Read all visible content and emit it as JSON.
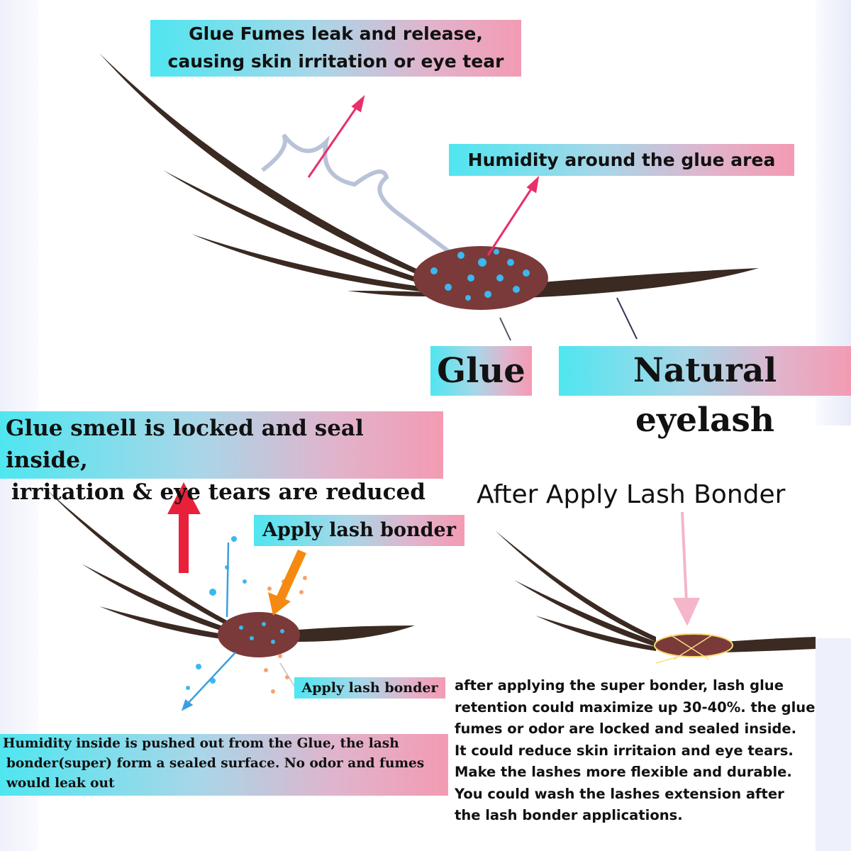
{
  "top": {
    "fumes_label": [
      "Glue Fumes leak and release,",
      "causing skin irritation or eye tear"
    ],
    "humidity_label": "Humidity around the glue area",
    "glue_label": "Glue",
    "natural_label": "Natural eyelash"
  },
  "bottom_left": {
    "locked_label": [
      "Glue smell is locked and seal inside,",
      "irritation & eye tears are reduced"
    ],
    "apply_label": "Apply lash bonder",
    "apply_small_label": "Apply lash bonder",
    "humidity_inside": [
      "Humidity inside is pushed out from the Glue, the lash",
      "bonder(super) form a sealed surface. No odor and fumes",
      "would leak out"
    ]
  },
  "bottom_right": {
    "title": "After Apply Lash Bonder",
    "paragraph": [
      "after applying the super bonder, lash glue",
      "retention could maximize up 30-40%. the glue",
      "fumes or odor are locked and sealed inside.",
      "It could reduce skin irritaion and eye tears.",
      "Make the lashes more flexible and durable.",
      "You could wash the lashes extension after",
      "the lash bonder applications."
    ]
  },
  "colors": {
    "gradient_start": "#4fe6f0",
    "gradient_end": "#f39bb3",
    "lash": "#3a2a22",
    "glue": "#7a3a3a",
    "droplet": "#3ab8f0",
    "red_arrow": "#e8203a",
    "orange_arrow": "#f58a12",
    "pink_arrow": "#f4b6c8"
  }
}
